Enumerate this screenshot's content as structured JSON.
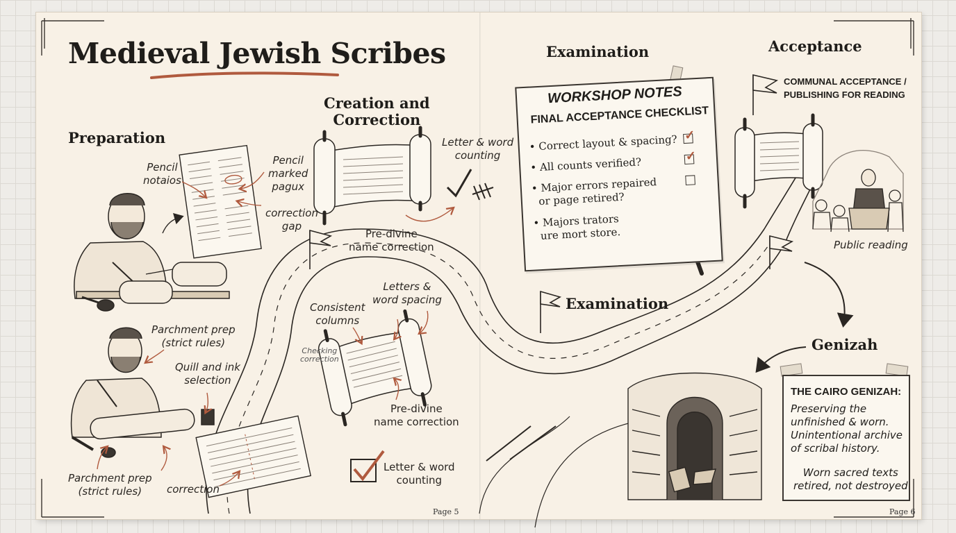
{
  "title": "Medieval Jewish Scribes",
  "sections": {
    "preparation": "Preparation",
    "creation": "Creation and\nCorrection",
    "examination_top": "Examination",
    "examination_mid": "Examination",
    "acceptance": "Acceptance",
    "genizah": "Genizah"
  },
  "labels": {
    "pencil_notaios": "Pencil\nnotaios",
    "pencil_marked": "Pencil\nmarked\npagux",
    "correction_gap": "correction\ngap",
    "parchment_top": "Parchment prep\n(strict rules)",
    "quill": "Quill and ink\nselection",
    "parchment_bottom": "Parchment prep\n(strict rules)",
    "correction": "correction",
    "letter_word_top": "Letter & word\ncounting",
    "pre_divine_top": "Pre-divine\nname correction",
    "letters_spacing": "Letters &\nword spacing",
    "consistent_columns": "Consistent\ncolumns",
    "checking": "Checking\ncorrection",
    "pre_divine_bottom": "Pre-divine\nname correction",
    "letter_word_bottom": "Letter & word\ncounting",
    "public_reading": "Public reading",
    "communal": "COMMUNAL ACCEPTANCE /\nPUBLISHING FOR READING"
  },
  "notes": {
    "title": "WORKSHOP NOTES",
    "subtitle": "FINAL ACCEPTANCE CHECKLIST",
    "items": [
      {
        "text": "• Correct layout & spacing?",
        "checked": true
      },
      {
        "text": "• All counts verified?",
        "checked": true
      },
      {
        "text": "• Major errors repaired\n  or page retired?",
        "checked": false
      },
      {
        "text": "• Majors trators\n  ure mort store.",
        "checked": false
      }
    ]
  },
  "genizah_card": {
    "heading": "THE CAIRO GENIZAH:",
    "body": "Preserving the\nunfinished & worn.\nUnintentional archive\nof scribal history.",
    "footer": "Worn sacred texts\nretired, not destroyed"
  },
  "pages": {
    "left": "Page 5",
    "right": "Page 6"
  },
  "colors": {
    "accent": "#b05a3e",
    "ink": "#2a2622",
    "paper": "#f8f1e6"
  }
}
